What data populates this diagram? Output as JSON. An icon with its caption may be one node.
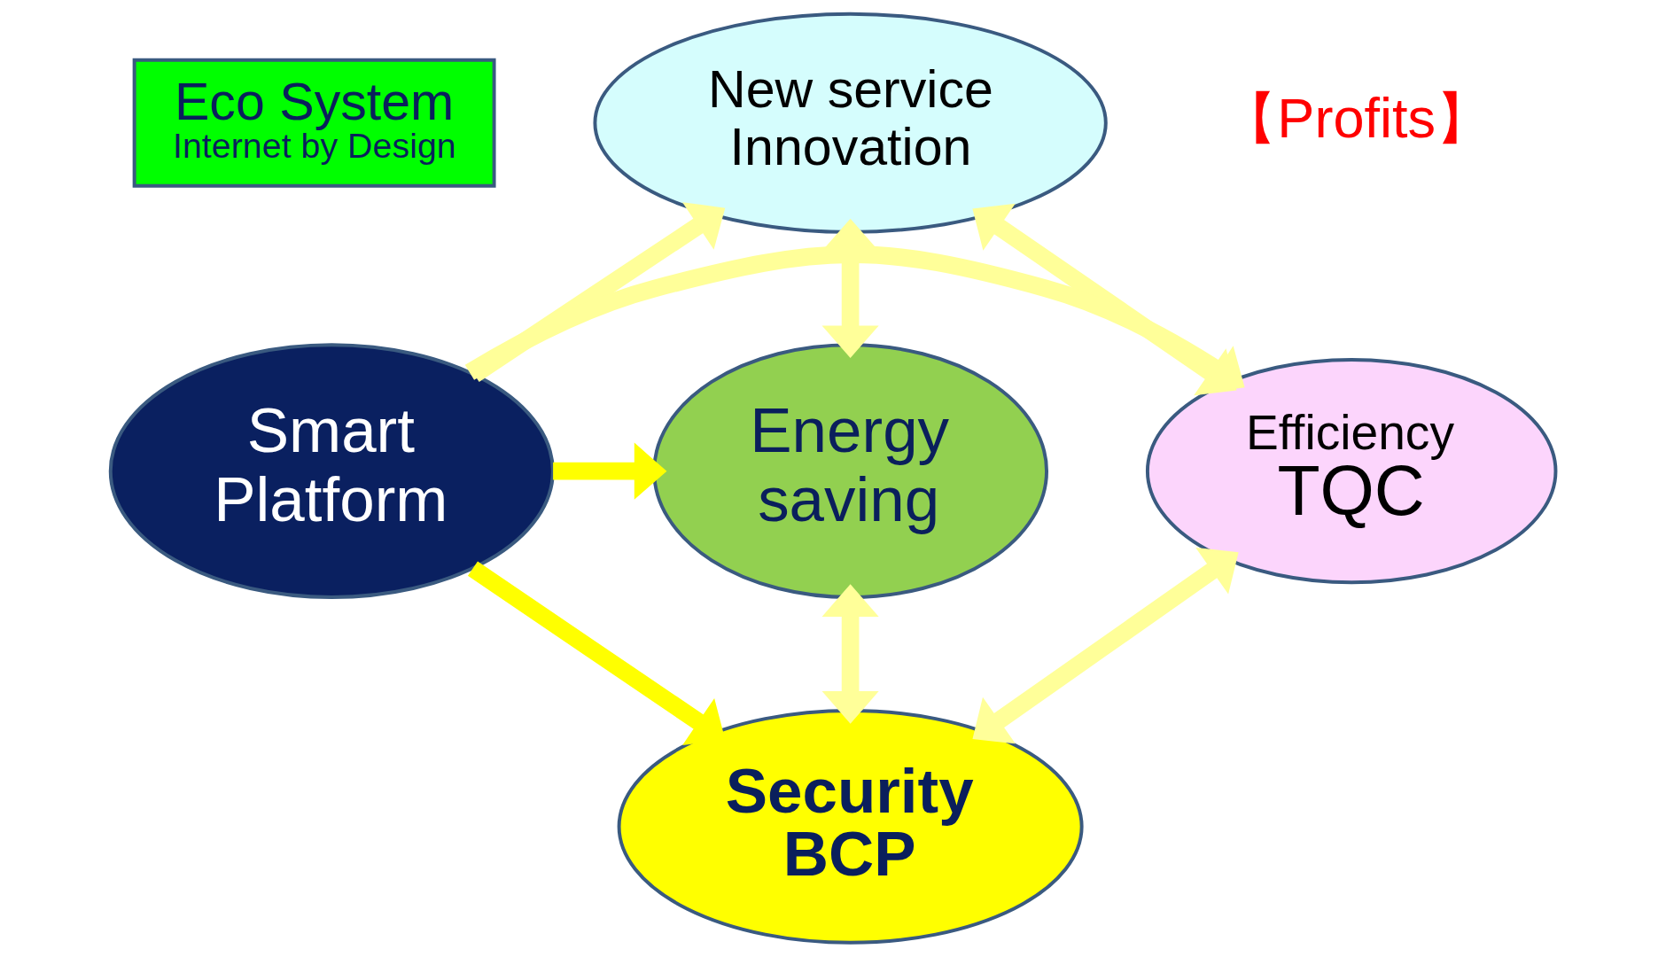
{
  "diagram": {
    "nodes": [
      {
        "text": [
          "Eco System",
          "Internet by Design"
        ]
      },
      {
        "text": [
          "New service Innovation"
        ]
      },
      {
        "text": [
          "Efficiency",
          "TQC"
        ]
      },
      {
        "text": [
          "Smart Platform"
        ]
      },
      {
        "text": [
          "Energy saving"
        ]
      },
      {
        "text": [
          "Security BCP"
        ]
      }
    ],
    "edges": [
      {
        "from": 3,
        "to": 1,
        "arrow": "to"
      },
      {
        "from": 3,
        "to": 2,
        "arrow": "to"
      },
      {
        "from": 3,
        "to": 4,
        "arrow": "to",
        "color": "#ffff00"
      },
      {
        "from": 3,
        "to": 5,
        "arrow": "to",
        "color": "#ffff00"
      },
      {
        "from": 1,
        "to": 2,
        "arrow": "both"
      },
      {
        "from": 1,
        "to": 4,
        "arrow": "both"
      },
      {
        "from": 2,
        "to": 5,
        "arrow": "both"
      },
      {
        "from": 5,
        "to": 4,
        "arrow": "both"
      }
    ],
    "labels": [
      "【Profits】"
    ]
  }
}
